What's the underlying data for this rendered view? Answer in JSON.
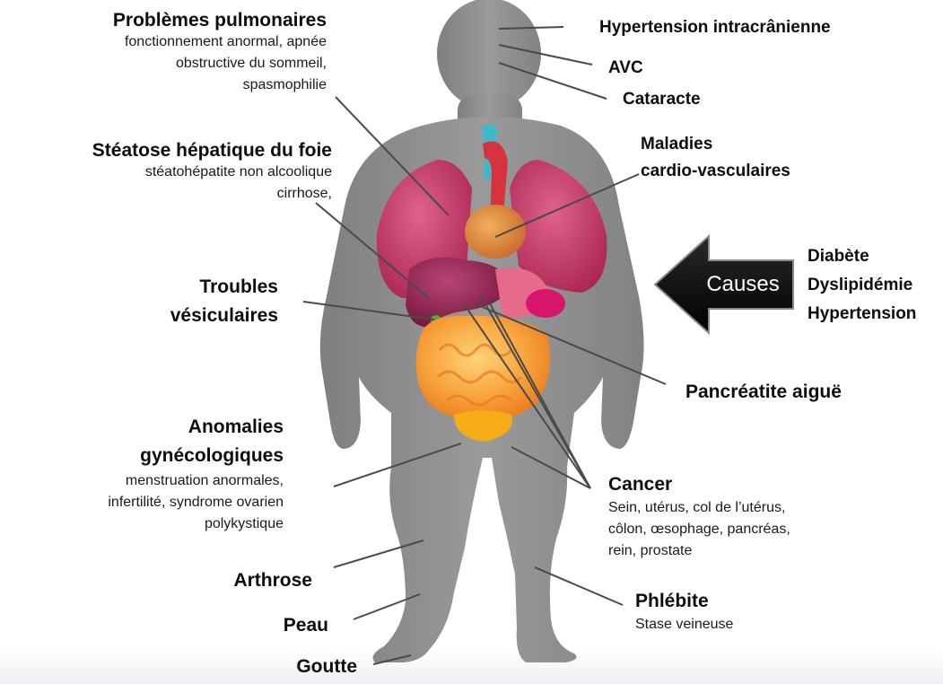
{
  "labels": {
    "pulmonary": {
      "title": "Problèmes pulmonaires",
      "lines": [
        "fonctionnement anormal, apnée",
        "obstructive du sommeil,",
        "spasmophilie"
      ]
    },
    "liver": {
      "title": "Stéatose hépatique du foie",
      "lines": [
        "stéatohépatite non alcoolique",
        "cirrhose,"
      ]
    },
    "gallbladder": {
      "title_lines": [
        "Troubles",
        "vésiculaires"
      ]
    },
    "gyneco": {
      "title_lines": [
        "Anomalies",
        "gynécologiques"
      ],
      "lines": [
        "menstruation anormales,",
        "infertilité, syndrome ovarien",
        "polykystique"
      ]
    },
    "arthrose": "Arthrose",
    "peau": "Peau",
    "goutte": "Goutte",
    "intracranial": "Hypertension intracrânienne",
    "avc": "AVC",
    "cataract": "Cataracte",
    "cardio": {
      "title_lines": [
        "Maladies",
        "cardio-vasculaires"
      ]
    },
    "pancreatitis": "Pancréatite aiguë",
    "cancer": {
      "title": "Cancer",
      "lines": [
        "Sein, utérus, col de l’utérus,",
        "côlon, œsophage, pancréas,",
        "rein, prostate"
      ]
    },
    "phlebitis": {
      "title": "Phlébite",
      "line": "Stase veineuse"
    }
  },
  "causes": {
    "arrow_label": "Causes",
    "items": [
      "Diabète",
      "Dyslipidémie",
      "Hypertension"
    ]
  },
  "colors": {
    "body_silhouette": "#8f8f8f",
    "leader_lines": "#4a4a4a",
    "lungs": "#c43a64",
    "liver": "#8e2048",
    "intestines": "#f28c1e",
    "bladder": "#f5a91a",
    "arrow": "#000000"
  }
}
